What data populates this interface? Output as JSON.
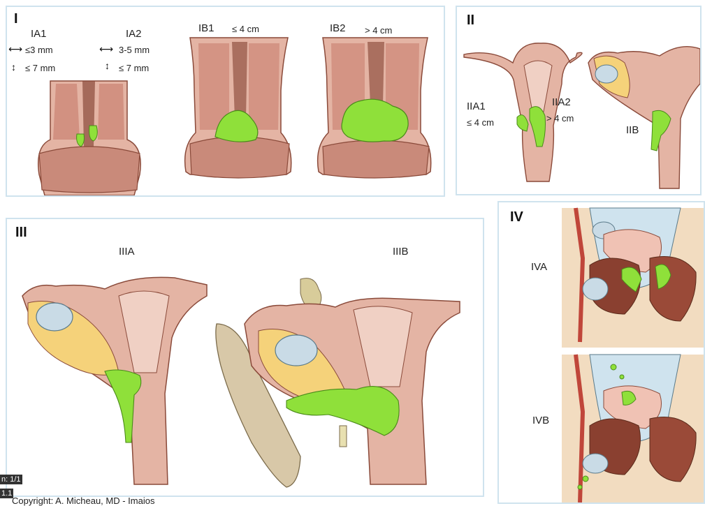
{
  "stages": {
    "I": {
      "title": "I",
      "ia1": {
        "label": "IA1",
        "width": "≤3 mm",
        "depth": "≤ 7 mm"
      },
      "ia2": {
        "label": "IA2",
        "width": "3-5 mm",
        "depth": "≤ 7 mm"
      },
      "ib1": {
        "label": "IB1",
        "size": "≤ 4 cm"
      },
      "ib2": {
        "label": "IB2",
        "size": "> 4 cm"
      }
    },
    "II": {
      "title": "II",
      "iia1": {
        "label": "IIA1",
        "size": "≤ 4 cm"
      },
      "iia2": {
        "label": "IIA2",
        "size": "> 4 cm"
      },
      "iib": {
        "label": "IIB"
      }
    },
    "III": {
      "title": "III",
      "iiia": {
        "label": "IIIA"
      },
      "iiib": {
        "label": "IIIB"
      }
    },
    "IV": {
      "title": "IV",
      "iva": {
        "label": "IVA"
      },
      "ivb": {
        "label": "IVB"
      }
    }
  },
  "viewer": {
    "page": "n: 1/1",
    "zoom": "1.1"
  },
  "copyright": "Copyright: A. Micheau, MD - Imaios",
  "icons": [
    "horizontal-arrow-icon",
    "vertical-arrow-icon"
  ],
  "colors": {
    "tumor": "#8fe03a",
    "tissue": "#d9a08c",
    "muscle": "#b8615a",
    "fat": "#f5d27a",
    "ovary": "#c9dbe6",
    "bone": "#d8c8a8",
    "panel_border": "#cfe3ee"
  }
}
